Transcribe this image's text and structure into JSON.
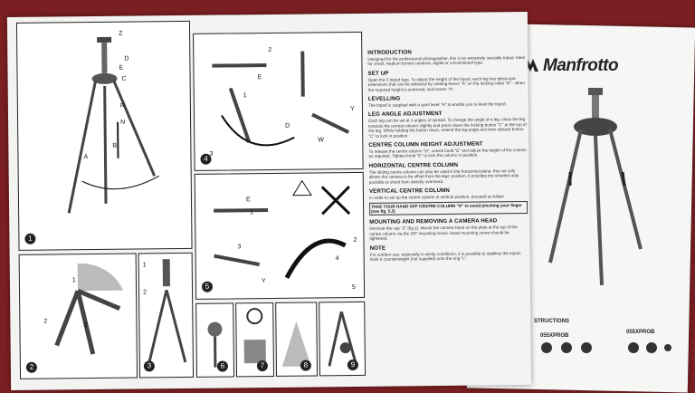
{
  "brand": "Manfrotto",
  "panel_numbers": [
    "1",
    "2",
    "3",
    "4",
    "5",
    "6",
    "7",
    "8",
    "9"
  ],
  "figure1_labels": [
    "Z",
    "D",
    "E",
    "C",
    "R",
    "N",
    "B",
    "A"
  ],
  "fig_labels": {
    "p2": [
      "1",
      "2",
      "3"
    ],
    "p3": [
      "1",
      "2"
    ],
    "p4": [
      "2",
      "1",
      "E",
      "Y",
      "D",
      "W",
      "3"
    ],
    "p5": [
      "E",
      "1",
      "3",
      "2",
      "4",
      "5",
      "Y"
    ]
  },
  "instructions": {
    "intro_title": "INTRODUCTION",
    "intro_text": "Designed for the professional photographer, this is an extremely versatile tripod. Ideal for small, medium format cameras, digital or conventional type.",
    "setup_title": "SET UP",
    "setup_text": "Open the 3 tripod legs. To adjust the height of the tripod, each leg has telescopic extensions that can be released by rotating levers \"A\" on the locking collar \"B\" - when the required height is achieved, lock levers \"A\".",
    "leveling_title": "LEVELLING",
    "leveling_text": "The tripod is supplied with a spirit level \"H\" to enable you to level the tripod.",
    "leg_title": "LEG ANGLE ADJUSTMENT",
    "leg_text": "Each leg can be set at 4 angles of spread. To change the angle of a leg, close the leg towards the central column slightly and press down the locking button \"C\" at the top of the leg. While holding the button down, extend the leg angle and then release button \"C\" to lock in position.",
    "centre_title": "CENTRE COLUMN HEIGHT ADJUSTMENT",
    "centre_text": "To release the centre column \"D\", unlock knob \"E\" and adjust the height of the column as required. Tighten knob \"E\" to lock the column in position.",
    "horiz_title": "HORIZONTAL CENTRE COLUMN",
    "horiz_text": "The sliding centre column can also be used in the horizontal plane: this not only allows the camera to be offset from the legs' position, it provides the simplest way possible to shoot from directly overhead.",
    "vert_title": "VERTICAL CENTRE COLUMN",
    "vert_text": "In order to set up the centre column in vertical position, proceed as follow.",
    "warn_text": "TAKE YOUR HAND OFF CENTRE COLUMN \"D\" to avoid pinching your finger (see fig. 5,3)",
    "mount_title": "MOUNTING AND REMOVING A CAMERA HEAD",
    "mount_text": "Remove the cap \"Z\" (fig.1). Mount the camera head on the plate at the top of the centre column via the 3/8\" mounting screw. Head mounting screw should be tightened.",
    "note_title": "NOTE",
    "note_text": "For outdoor use, especially in windy conditions, it is possible to stabilise the tripod: hook a counterweight (not supplied) onto the ring \"L\"."
  },
  "right_sheet": {
    "structions": "STRUCTIONS",
    "model_a": "055XPROB",
    "model_b": "055XPROB"
  }
}
